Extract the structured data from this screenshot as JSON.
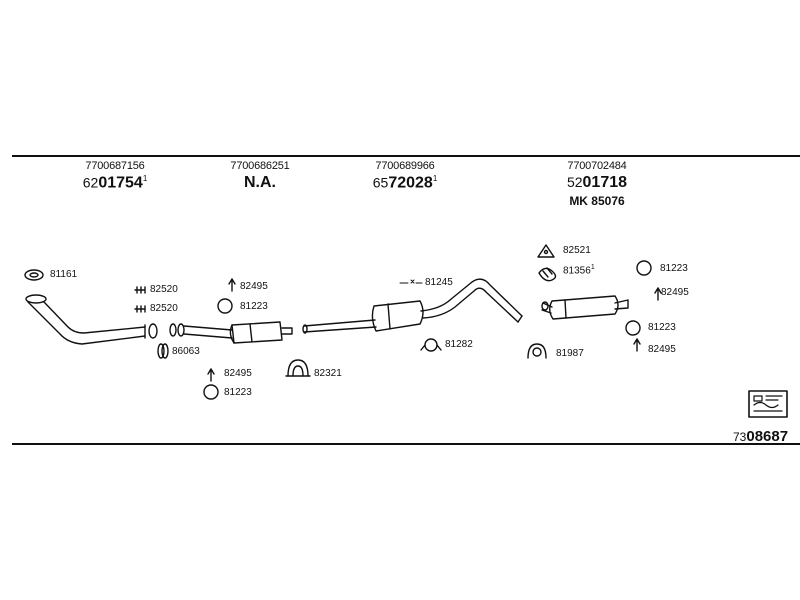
{
  "headers": [
    {
      "ref": "7700687156",
      "prefix": "62",
      "number": "01754",
      "mark": "1",
      "sub": ""
    },
    {
      "ref": "7700686251",
      "prefix": "",
      "number": "N.A.",
      "mark": "",
      "sub": ""
    },
    {
      "ref": "7700689966",
      "prefix": "65",
      "number": "72028",
      "mark": "1",
      "sub": ""
    },
    {
      "ref": "7700702484",
      "prefix": "52",
      "number": "01718",
      "mark": "",
      "sub": "MK  85076"
    }
  ],
  "parts": {
    "p81161": "81161",
    "p82520a": "82520",
    "p82520b": "82520",
    "p86063": "86063",
    "p82495a": "82495",
    "p81223a": "81223",
    "p82495b": "82495",
    "p81223b": "81223",
    "p82321": "82321",
    "p81245": "81245",
    "p81282": "81282",
    "p82521": "82521",
    "p81356": "81356",
    "p81356_mark": "1",
    "p81987": "81987",
    "p81223c": "81223",
    "p82495c": "82495",
    "p81223d": "81223",
    "p82495d": "82495"
  },
  "footer": {
    "prefix": "73",
    "number": "08687"
  },
  "colors": {
    "ink": "#111111",
    "paper": "#ffffff"
  }
}
